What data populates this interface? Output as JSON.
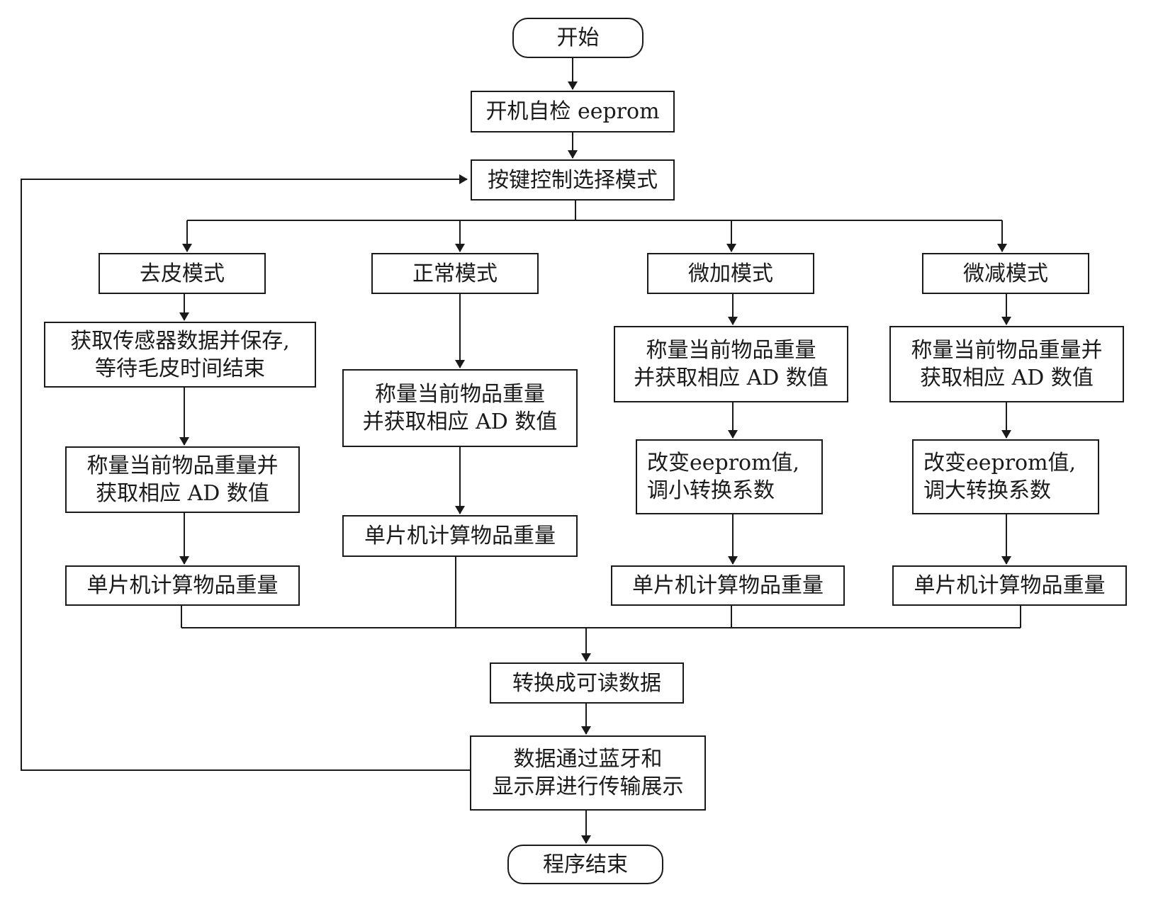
{
  "nodes": {
    "start": {
      "text": [
        "开始"
      ]
    },
    "selfcheck": {
      "text": [
        "开机自检 eeprom"
      ]
    },
    "mode_select": {
      "text": [
        "按键控制选择模式"
      ]
    },
    "tare_mode": {
      "text": [
        "去皮模式"
      ]
    },
    "normal_mode": {
      "text": [
        "正常模式"
      ]
    },
    "fine_add_mode": {
      "text": [
        "微加模式"
      ]
    },
    "fine_sub_mode": {
      "text": [
        "微减模式"
      ]
    },
    "tare_acquire": {
      "text": [
        "获取传感器数据并保存,",
        "等待毛皮时间结束"
      ]
    },
    "tare_weigh": {
      "text": [
        "称量当前物品重量并",
        "获取相应 AD 数值"
      ]
    },
    "tare_compute": {
      "text": [
        "单片机计算物品重量"
      ]
    },
    "normal_weigh": {
      "text": [
        "称量当前物品重量",
        "并获取相应 AD 数值"
      ]
    },
    "normal_compute": {
      "text": [
        "单片机计算物品重量"
      ]
    },
    "add_weigh": {
      "text": [
        "称量当前物品重量",
        "并获取相应 AD 数值"
      ]
    },
    "add_eeprom": {
      "text": [
        "改变eeprom值,",
        "调小转换系数"
      ]
    },
    "add_compute": {
      "text": [
        "单片机计算物品重量"
      ]
    },
    "sub_weigh": {
      "text": [
        "称量当前物品重量并",
        "获取相应 AD 数值"
      ]
    },
    "sub_eeprom": {
      "text": [
        "改变eeprom值,",
        "调大转换系数"
      ]
    },
    "sub_compute": {
      "text": [
        "单片机计算物品重量"
      ]
    },
    "convert": {
      "text": [
        "转换成可读数据"
      ]
    },
    "transmit": {
      "text": [
        "数据通过蓝牙和",
        "显示屏进行传输展示"
      ]
    },
    "end": {
      "text": [
        "程序结束"
      ]
    }
  },
  "edges": [
    [
      "start",
      "selfcheck"
    ],
    [
      "selfcheck",
      "mode_select"
    ],
    [
      "mode_select",
      "tare_mode"
    ],
    [
      "mode_select",
      "normal_mode"
    ],
    [
      "mode_select",
      "fine_add_mode"
    ],
    [
      "mode_select",
      "fine_sub_mode"
    ],
    [
      "tare_mode",
      "tare_acquire"
    ],
    [
      "tare_acquire",
      "tare_weigh"
    ],
    [
      "tare_weigh",
      "tare_compute"
    ],
    [
      "normal_mode",
      "normal_weigh"
    ],
    [
      "normal_weigh",
      "normal_compute"
    ],
    [
      "fine_add_mode",
      "add_weigh"
    ],
    [
      "add_weigh",
      "add_eeprom"
    ],
    [
      "add_eeprom",
      "add_compute"
    ],
    [
      "fine_sub_mode",
      "sub_weigh"
    ],
    [
      "sub_weigh",
      "sub_eeprom"
    ],
    [
      "sub_eeprom",
      "sub_compute"
    ],
    [
      "tare_compute",
      "convert"
    ],
    [
      "normal_compute",
      "convert"
    ],
    [
      "add_compute",
      "convert"
    ],
    [
      "sub_compute",
      "convert"
    ],
    [
      "convert",
      "transmit"
    ],
    [
      "transmit",
      "mode_select"
    ],
    [
      "transmit",
      "end"
    ]
  ]
}
